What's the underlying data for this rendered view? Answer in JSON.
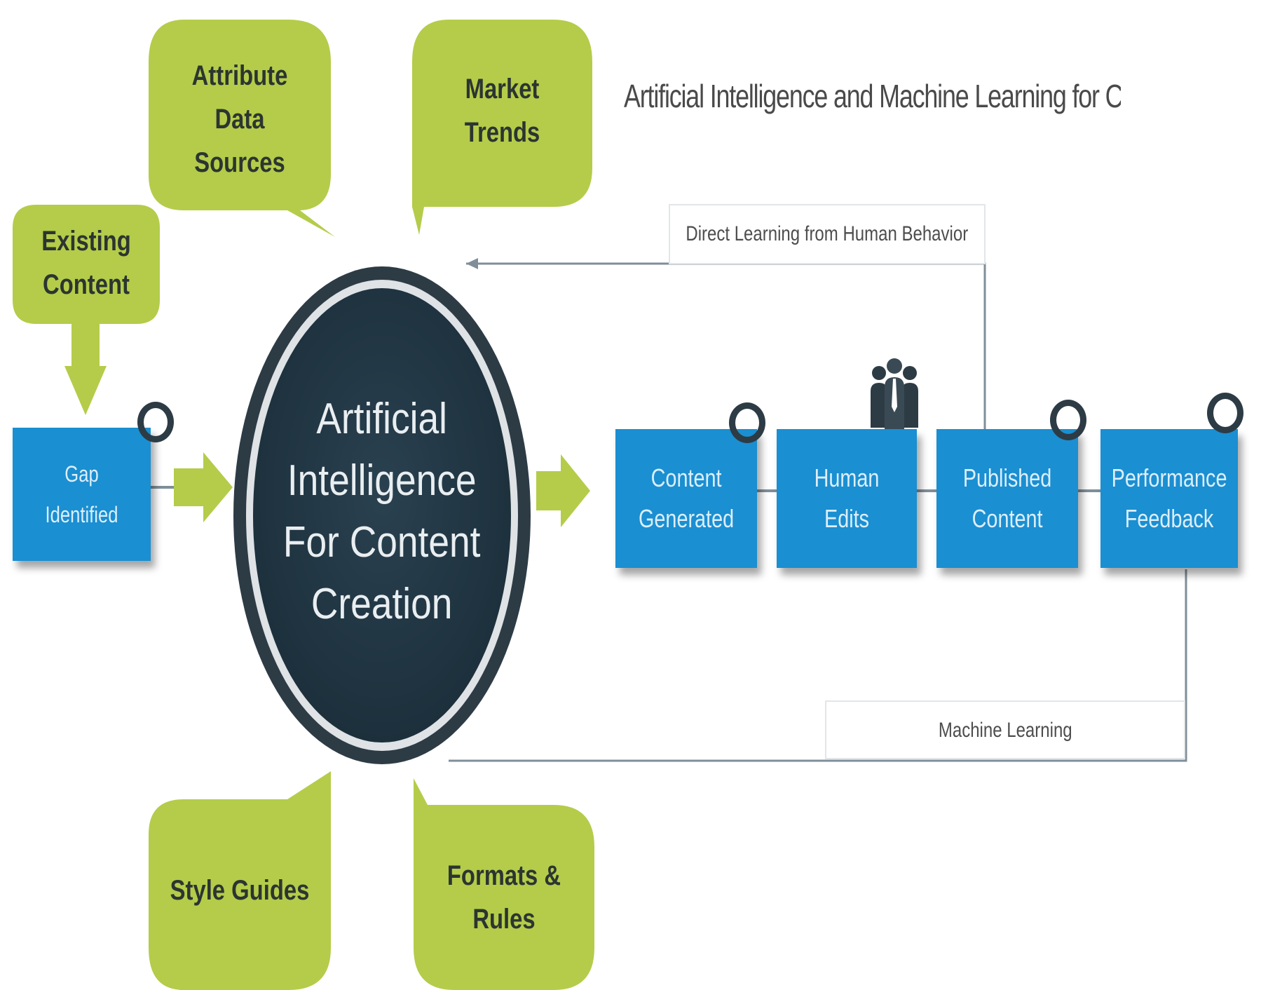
{
  "title": "Artificial Intelligence and Machine Learning for Content Cre",
  "inputs": {
    "attribute_data_sources": "Attribute Data\nSources",
    "market_trends": "Market\nTrends",
    "existing_content": "Existing\nContent",
    "style_guides": "Style Guides",
    "formats_rules": "Formats &\nRules"
  },
  "center": "Artificial\nIntelligence\nFor Content\nCreation",
  "gap_identified": "Gap Identified",
  "process": {
    "content_generated": "Content\nGenerated",
    "human_edits": "Human\nEdits",
    "published_content": "Published\nContent",
    "performance_feedback": "Performance\nFeedback"
  },
  "loops": {
    "direct_learning": "Direct Learning from Human Behavior",
    "machine_learning": "Machine Learning"
  },
  "colors": {
    "green": "#b4cc4a",
    "blue": "#1a8fd1",
    "dark": "#233744",
    "line": "#7f8e99"
  },
  "icons": {
    "people": "people-group-icon",
    "ring": "ring-connector-icon"
  }
}
